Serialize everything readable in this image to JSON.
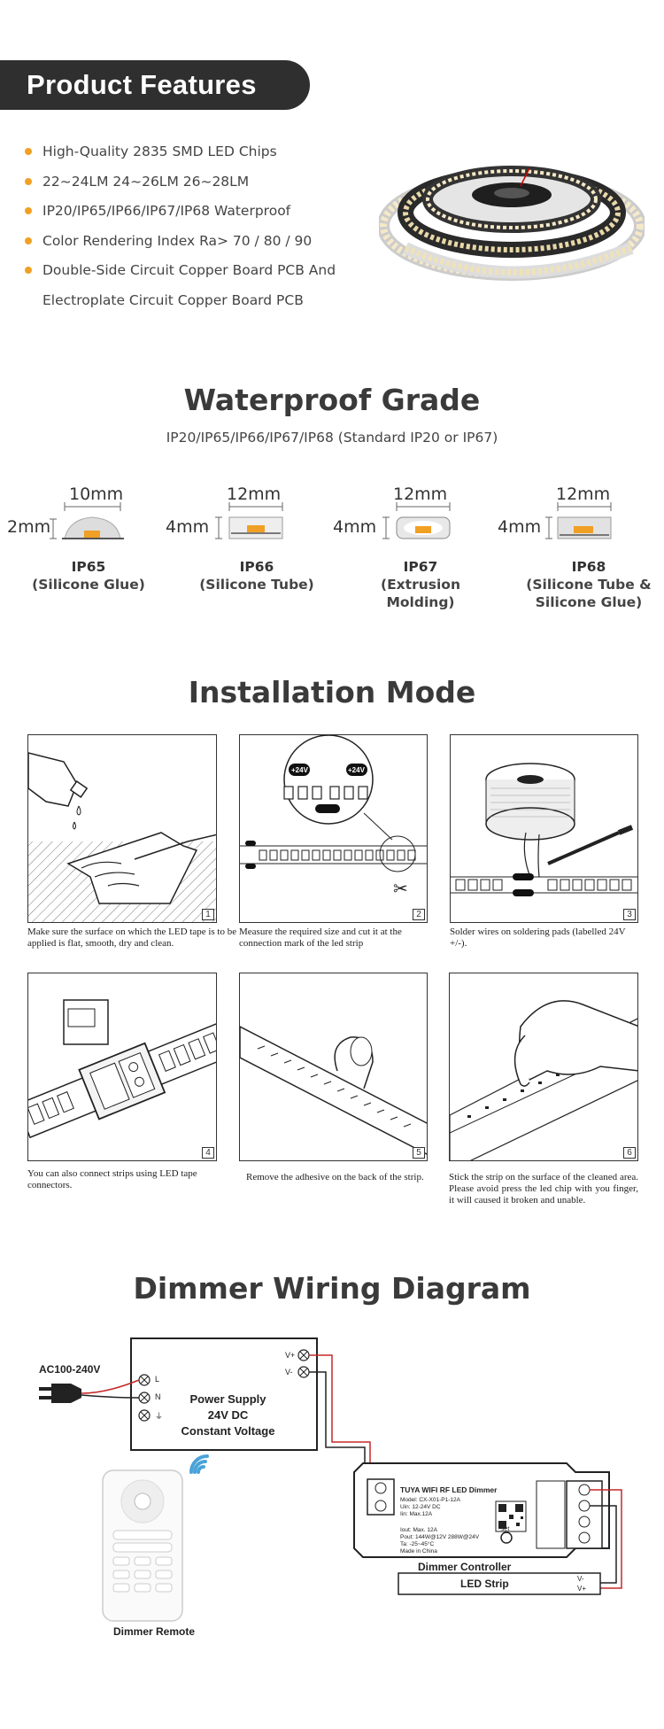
{
  "header": {
    "title": "Product Features"
  },
  "features": [
    "High-Quality 2835 SMD LED Chips",
    "22~24LM 24~26LM 26~28LM",
    "IP20/IP65/IP66/IP67/IP68 Waterproof",
    "Color Rendering Index Ra> 70 / 80 / 90",
    "Double-Side Circuit Copper Board PCB And",
    "Electroplate Circuit Copper Board PCB"
  ],
  "waterproof": {
    "title": "Waterproof Grade",
    "subtitle": "IP20/IP65/IP66/IP67/IP68 (Standard IP20 or IP67)",
    "items": [
      {
        "width": "10mm",
        "height": "2mm",
        "name": "IP65",
        "desc": "(Silicone Glue)"
      },
      {
        "width": "12mm",
        "height": "4mm",
        "name": "IP66",
        "desc": "(Silicone Tube)"
      },
      {
        "width": "12mm",
        "height": "4mm",
        "name": "IP67",
        "desc": "(Extrusion Molding)"
      },
      {
        "width": "12mm",
        "height": "4mm",
        "name": "IP68",
        "desc": "(Silicone Tube &",
        "desc2": "Silicone Glue)"
      }
    ]
  },
  "installation": {
    "title": "Installation Mode",
    "steps": [
      {
        "num": "1",
        "text": "Make sure the surface on which the LED tape is to be applied is flat, smooth, dry and clean."
      },
      {
        "num": "2",
        "text": "Measure the required size and cut it at the connection mark of the led strip"
      },
      {
        "num": "3",
        "text": "Solder wires on soldering pads (labelled 24V +/-)."
      },
      {
        "num": "4",
        "text": "You can also connect strips using LED tape connectors."
      },
      {
        "num": "5",
        "text": "Remove the adhesive on the back of the strip."
      },
      {
        "num": "6",
        "text": "Stick the strip on the surface of the cleaned area. Please avoid press the led chip with you finger, it will caused it broken and unable."
      }
    ],
    "pad_label": "+24V"
  },
  "wiring": {
    "title": "Dimmer Wiring Diagram",
    "ac_label": "AC100-240V",
    "psu_lines": [
      "Power Supply",
      "24V DC",
      "Constant Voltage"
    ],
    "psu_terminals": [
      "L",
      "N",
      "⏚"
    ],
    "psu_outputs": [
      "V+",
      "V-"
    ],
    "controller_title": "TUYA WIFI RF LED Dimmer",
    "controller_specs": [
      "Model: CX-X01-P1-12A",
      "Uin: 12-24V DC",
      "Iin: Max.12A",
      "Iout: Max. 12A",
      "Pout: 144W@12V  288W@24V",
      "Ta: -25~45°C",
      "Made in China"
    ],
    "controller_label": "Dimmer Controller",
    "set_label": "set",
    "strip_label": "LED Strip",
    "strip_terminals": [
      "V-",
      "V+"
    ],
    "remote_label": "Dimmer Remote"
  },
  "colors": {
    "accent": "#f0a024",
    "banner": "#2f2f2f",
    "wire_red": "#c62828"
  }
}
